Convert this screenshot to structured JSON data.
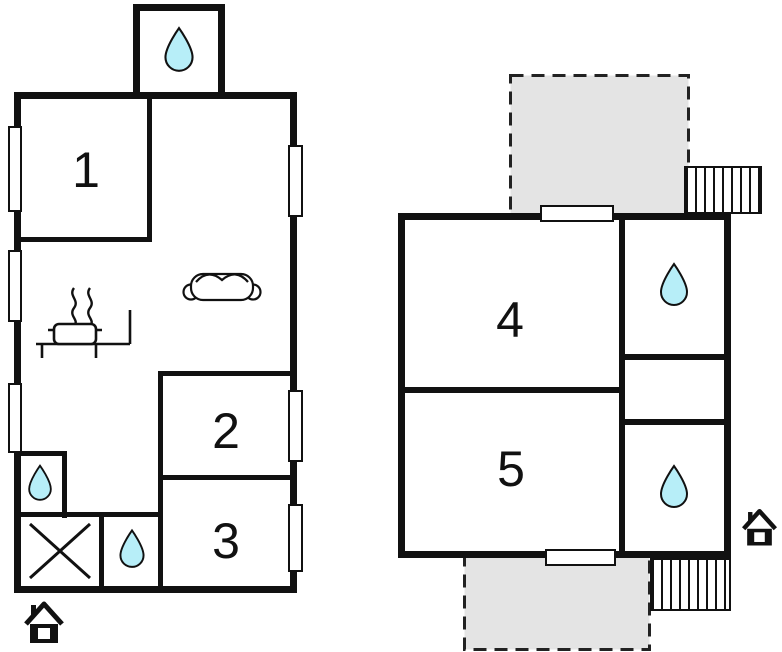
{
  "plan": {
    "type": "floor-plan",
    "colors": {
      "wall": "#111111",
      "water": "#b7eef8",
      "terrace": "#e4e4e4",
      "background": "#ffffff"
    },
    "ground_floor": {
      "rooms": [
        {
          "label": "1"
        },
        {
          "label": "2"
        },
        {
          "label": "3"
        }
      ],
      "icons": [
        "water-drop",
        "water-drop",
        "water-drop",
        "sofa",
        "stove",
        "shower-cross",
        "entrance-house"
      ]
    },
    "upper_floor": {
      "rooms": [
        {
          "label": "4"
        },
        {
          "label": "5"
        }
      ],
      "icons": [
        "water-drop",
        "water-drop",
        "terrace",
        "terrace",
        "stairs",
        "stairs",
        "entrance-house"
      ]
    }
  }
}
